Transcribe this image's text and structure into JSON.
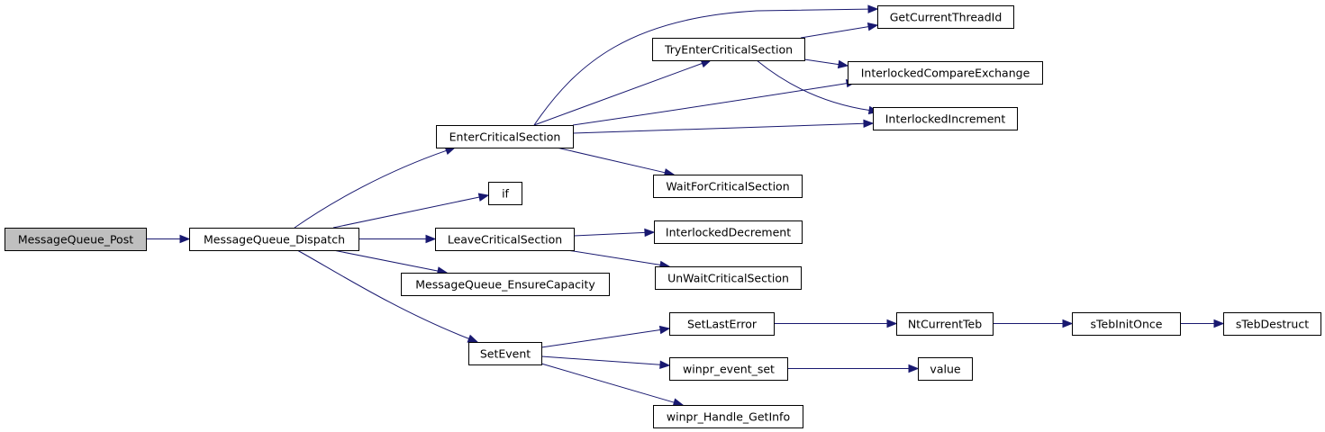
{
  "graph": {
    "edge_color": "#191970",
    "root_fill": "#bfbfbf",
    "nodes": [
      {
        "id": "post",
        "label": "MessageQueue_Post",
        "root": true
      },
      {
        "id": "dispatch",
        "label": "MessageQueue_Dispatch"
      },
      {
        "id": "enter",
        "label": "EnterCriticalSection"
      },
      {
        "id": "if",
        "label": "if"
      },
      {
        "id": "leave",
        "label": "LeaveCriticalSection"
      },
      {
        "id": "ensure",
        "label": "MessageQueue_EnsureCapacity"
      },
      {
        "id": "setevent",
        "label": "SetEvent"
      },
      {
        "id": "tryenter",
        "label": "TryEnterCriticalSection"
      },
      {
        "id": "waitfor",
        "label": "WaitForCriticalSection"
      },
      {
        "id": "idecrement",
        "label": "InterlockedDecrement"
      },
      {
        "id": "unwait",
        "label": "UnWaitCriticalSection"
      },
      {
        "id": "setlasterror",
        "label": "SetLastError"
      },
      {
        "id": "eventset",
        "label": "winpr_event_set"
      },
      {
        "id": "getinfo",
        "label": "winpr_Handle_GetInfo"
      },
      {
        "id": "getthreadid",
        "label": "GetCurrentThreadId"
      },
      {
        "id": "icompare",
        "label": "InterlockedCompareExchange"
      },
      {
        "id": "iincrement",
        "label": "InterlockedIncrement"
      },
      {
        "id": "ntcurrentteb",
        "label": "NtCurrentTeb"
      },
      {
        "id": "value",
        "label": "value"
      },
      {
        "id": "stebinit",
        "label": "sTebInitOnce"
      },
      {
        "id": "stebdestruct",
        "label": "sTebDestruct"
      }
    ],
    "edges": [
      {
        "from": "post",
        "to": "dispatch"
      },
      {
        "from": "dispatch",
        "to": "enter"
      },
      {
        "from": "dispatch",
        "to": "if"
      },
      {
        "from": "dispatch",
        "to": "leave"
      },
      {
        "from": "dispatch",
        "to": "ensure"
      },
      {
        "from": "dispatch",
        "to": "setevent"
      },
      {
        "from": "enter",
        "to": "getthreadid"
      },
      {
        "from": "enter",
        "to": "tryenter"
      },
      {
        "from": "enter",
        "to": "icompare"
      },
      {
        "from": "enter",
        "to": "iincrement"
      },
      {
        "from": "enter",
        "to": "waitfor"
      },
      {
        "from": "tryenter",
        "to": "getthreadid"
      },
      {
        "from": "tryenter",
        "to": "icompare"
      },
      {
        "from": "tryenter",
        "to": "iincrement"
      },
      {
        "from": "leave",
        "to": "idecrement"
      },
      {
        "from": "leave",
        "to": "unwait"
      },
      {
        "from": "setevent",
        "to": "setlasterror"
      },
      {
        "from": "setevent",
        "to": "eventset"
      },
      {
        "from": "setevent",
        "to": "getinfo"
      },
      {
        "from": "setlasterror",
        "to": "ntcurrentteb"
      },
      {
        "from": "ntcurrentteb",
        "to": "stebinit"
      },
      {
        "from": "stebinit",
        "to": "stebdestruct"
      },
      {
        "from": "eventset",
        "to": "value"
      }
    ]
  }
}
